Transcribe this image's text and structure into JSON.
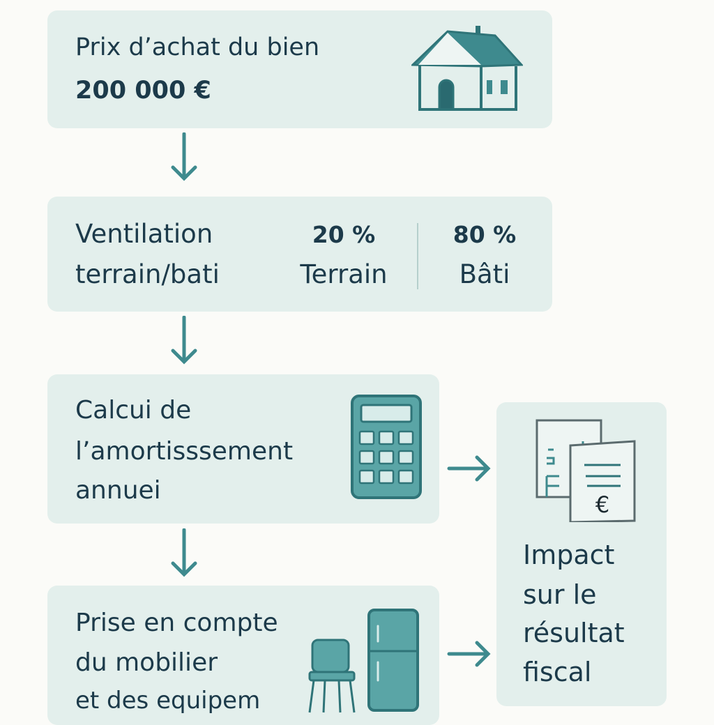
{
  "purchase": {
    "title": "Prix d’achat du bien",
    "amount": "200 000 €",
    "icon": "house-icon"
  },
  "split": {
    "title_line1": "Ventilation",
    "title_line2": "terrain/bati",
    "land_percent": "20 %",
    "land_label": "Terrain",
    "building_percent": "80 %",
    "building_label": "Bâti"
  },
  "depreciation": {
    "line1": "Calcui de",
    "line2": "l’amortisssement",
    "line3": "annuei",
    "icon": "calculator-icon"
  },
  "furniture": {
    "line1": "Prise en compte",
    "line2": "du mobilier",
    "line3": "et des equipem",
    "icons": [
      "chair-icon",
      "fridge-icon"
    ]
  },
  "impact": {
    "line1": "Impact",
    "line2": "sur le",
    "line3": "résultat",
    "line4": "fiscal",
    "icon": "tax-documents-icon"
  },
  "colors": {
    "teal": "#3e8a8e",
    "box": "#e3efec",
    "text": "#1c3a4a",
    "background": "#fbfbf8"
  }
}
